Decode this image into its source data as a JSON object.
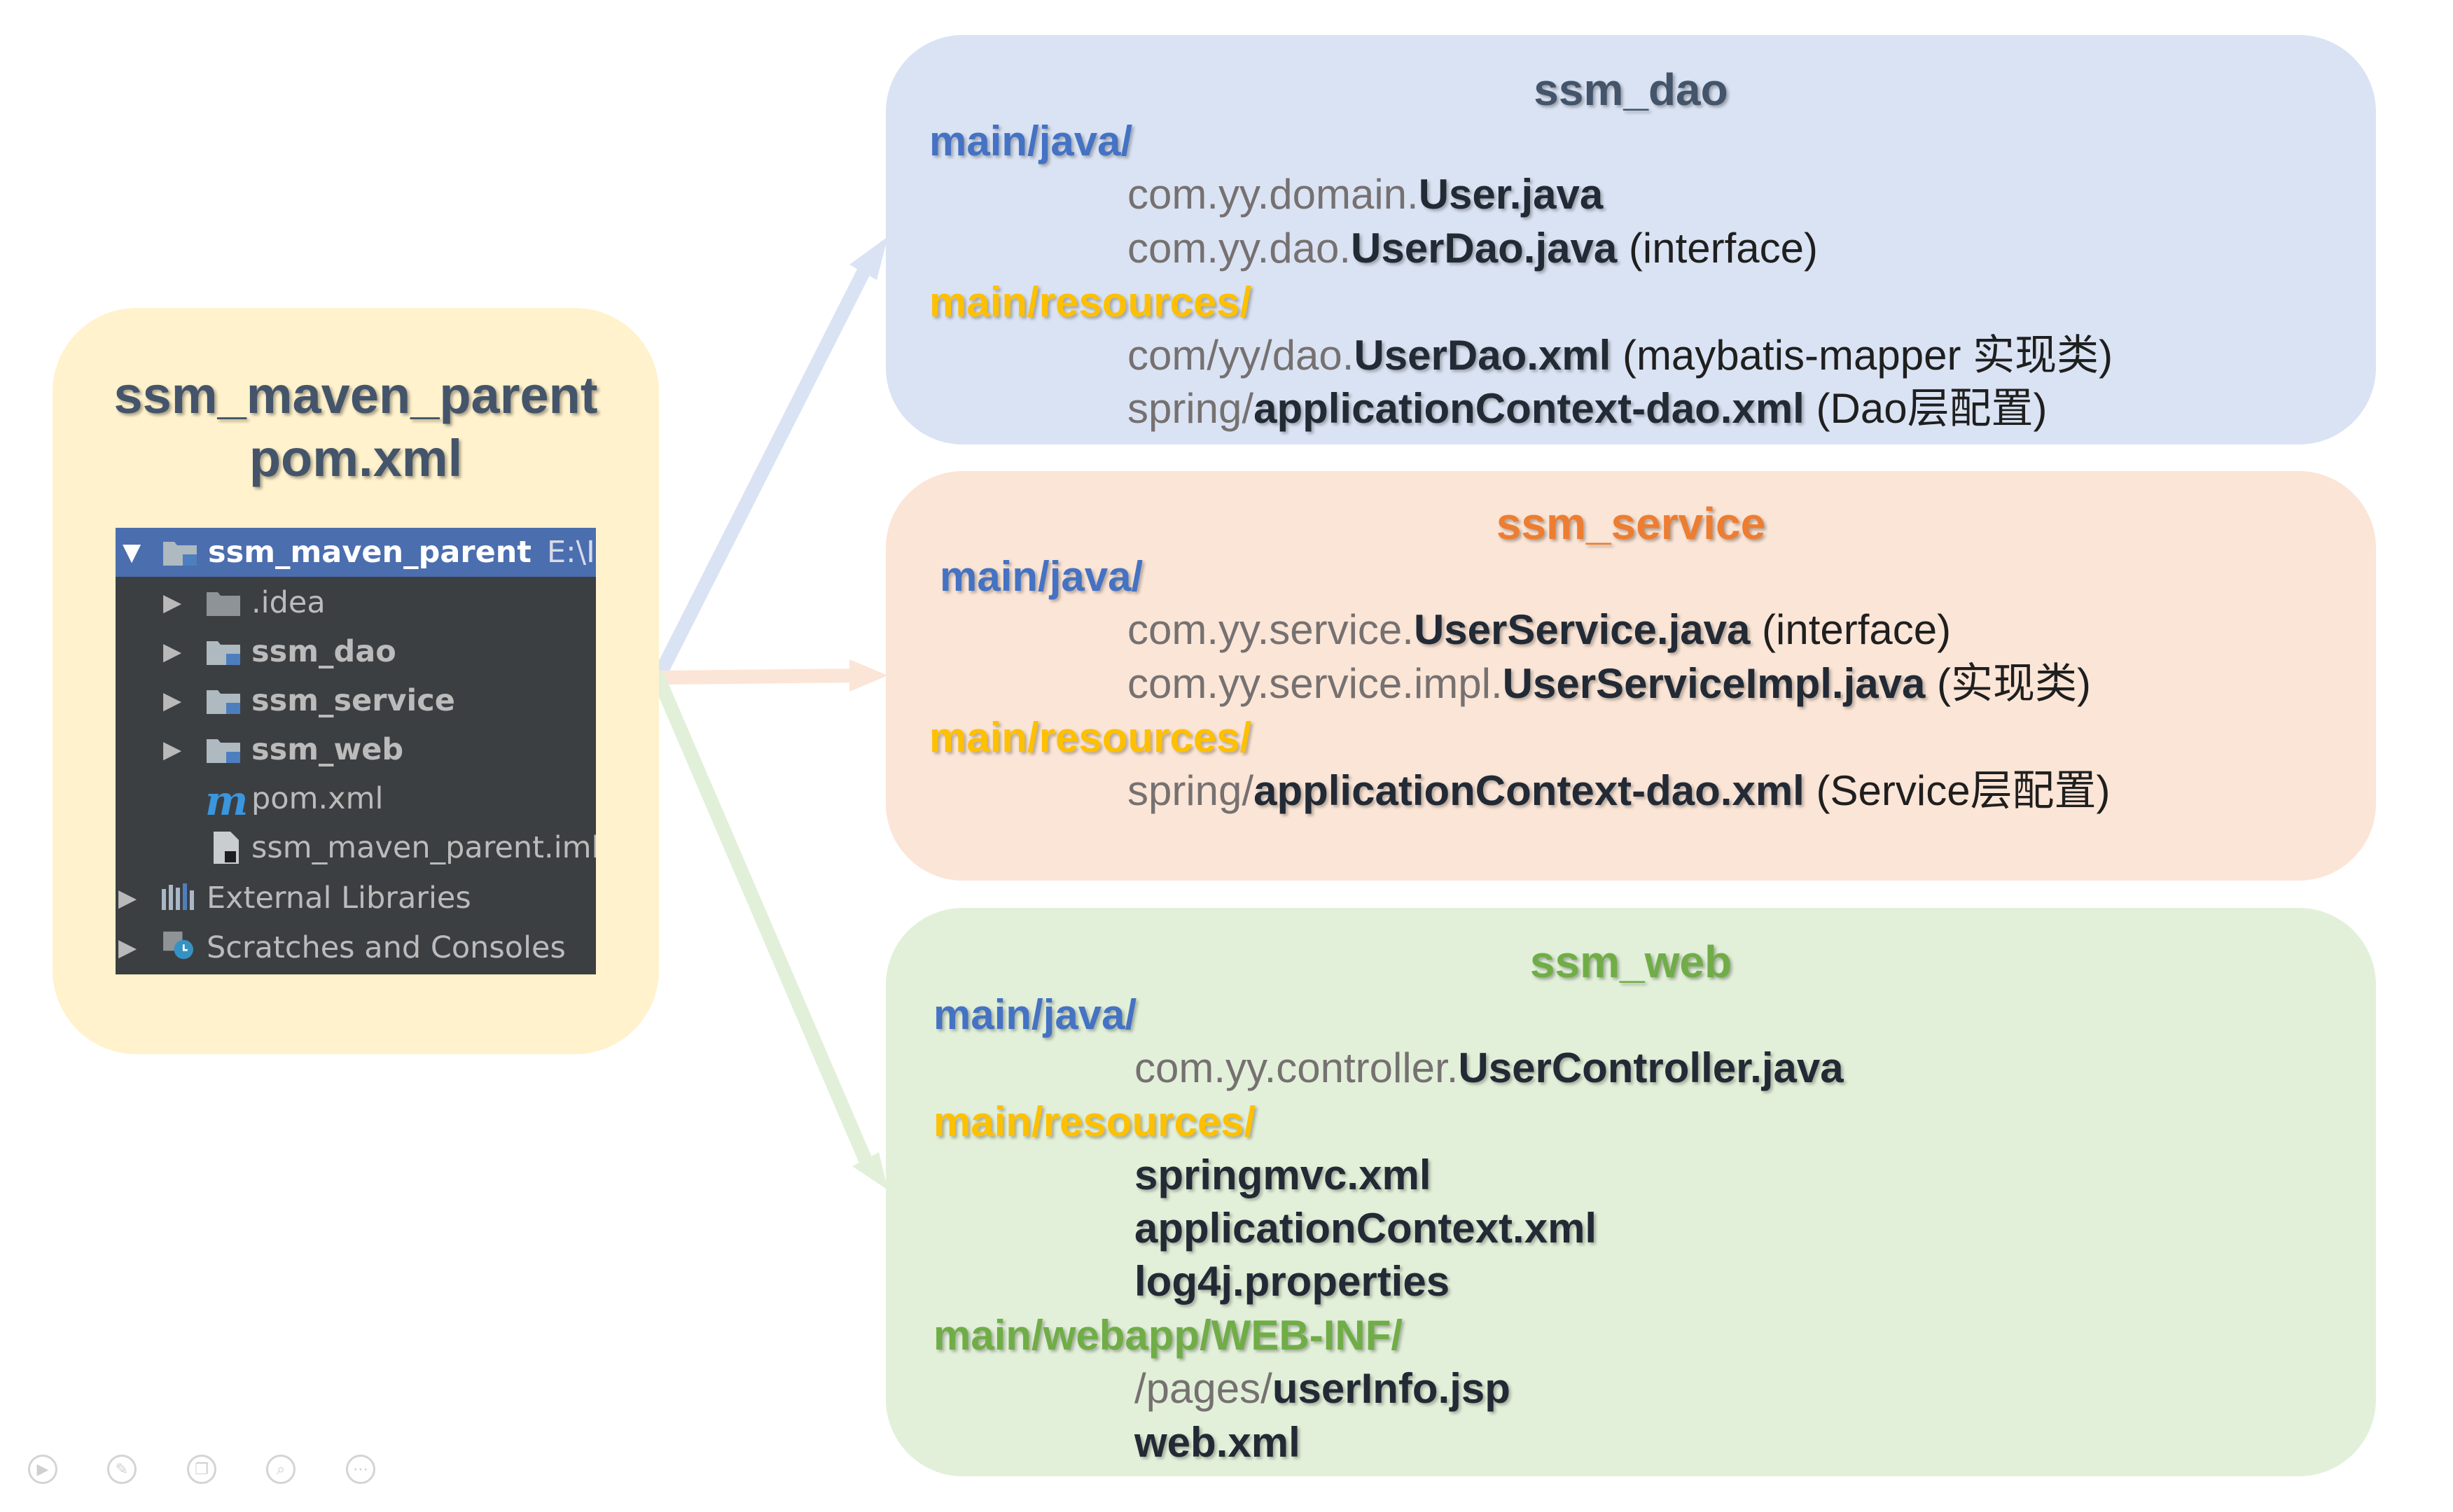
{
  "parent": {
    "title": "ssm_maven_parent",
    "subtitle": "pom.xml",
    "tree": {
      "root_name": "ssm_maven_parent",
      "root_path": "E:\\Idea",
      "items": [
        {
          "label": ".idea",
          "icon": "folder-icon"
        },
        {
          "label": "ssm_dao",
          "icon": "module-folder-icon"
        },
        {
          "label": "ssm_service",
          "icon": "module-folder-icon"
        },
        {
          "label": "ssm_web",
          "icon": "module-folder-icon"
        },
        {
          "label": "pom.xml",
          "icon": "maven-icon"
        },
        {
          "label": "ssm_maven_parent.iml",
          "icon": "iml-file-icon"
        },
        {
          "label": "External Libraries",
          "icon": "libraries-icon"
        },
        {
          "label": "Scratches and Consoles",
          "icon": "scratches-icon"
        }
      ]
    }
  },
  "dao": {
    "title": "ssm_dao",
    "main_java": "main/java/",
    "l1_pkg": "com.yy.domain.",
    "l1_cls": "User.java",
    "l2_pkg": "com.yy.dao.",
    "l2_cls": "UserDao.java",
    "l2_note": " (interface)",
    "main_resources": "main/resources/",
    "l3_pkg": "com/yy/dao.",
    "l3_cls": "UserDao.xml",
    "l3_note": " (maybatis-mapper 实现类)",
    "l4_pkg": "spring/",
    "l4_cls": "applicationContext-dao.xml",
    "l4_note": " (Dao层配置)"
  },
  "service": {
    "title": "ssm_service",
    "main_java": "main/java/",
    "l1_pkg": "com.yy.service.",
    "l1_cls": "UserService.java",
    "l1_note": " (interface)",
    "l2_pkg": "com.yy.service.impl.",
    "l2_cls": "UserServiceImpl.java",
    "l2_note": " (实现类)",
    "main_resources": "main/resources/",
    "l3_pkg": "spring/",
    "l3_cls": "applicationContext-dao.xml",
    "l3_note": " (Service层配置)"
  },
  "web": {
    "title": "ssm_web",
    "main_java": "main/java/",
    "l1_pkg": "com.yy.controller.",
    "l1_cls": "UserController.java",
    "main_resources": "main/resources/",
    "r1": "springmvc.xml",
    "r2": "applicationContext.xml",
    "r3": "log4j.properties",
    "webapp": "main/webapp/WEB-INF/",
    "w1_pkg": "/pages/",
    "w1_cls": "userInfo.jsp",
    "w2": "web.xml"
  },
  "colors": {
    "dao_card": "#dae3f3",
    "service_card": "#fbe5d6",
    "web_card": "#e2f0d9",
    "parent_card": "#fff2cc",
    "java_dir": "#4472c4",
    "resources_dir": "#ffc000",
    "service_title": "#ed7d31",
    "web_title": "#70ad47",
    "webapp_dir": "#70ad47"
  },
  "toolbar": {
    "icons": [
      "play-icon",
      "pen-icon",
      "copy-icon",
      "zoom-icon",
      "more-icon"
    ]
  }
}
